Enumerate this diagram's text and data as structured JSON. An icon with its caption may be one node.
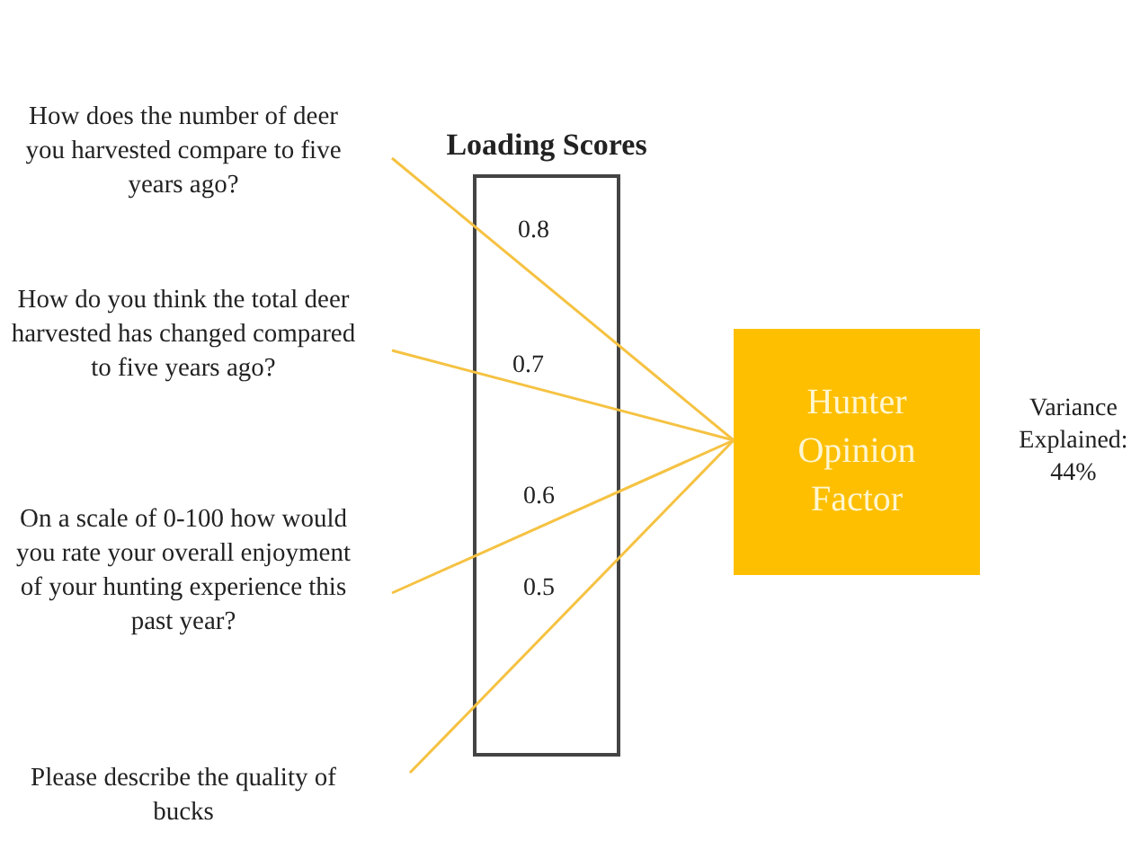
{
  "diagram": {
    "nodes": [
      {
        "text": [
          "How does the number of deer you harvested compare to five years ago?"
        ]
      },
      {
        "text": [
          "How do you think the total deer harvested has changed compared to five years ago?"
        ]
      },
      {
        "text": [
          "On a scale of 0-100 how would you rate your overall enjoyment of your hunting experience this past year?"
        ]
      },
      {
        "text": [
          "Please describe the quality of bucks"
        ]
      },
      {
        "text": [
          "Hunter Opinion Factor"
        ],
        "beside": [
          "Variance Explained: 44%"
        ]
      }
    ],
    "edges": [
      {
        "from": 0,
        "to": 4,
        "arrow": "none"
      },
      {
        "from": 1,
        "to": 4,
        "arrow": "none"
      },
      {
        "from": 2,
        "to": 4,
        "arrow": "none"
      },
      {
        "from": 3,
        "to": 4,
        "arrow": "none"
      }
    ],
    "labels": [
      "Loading Scores",
      "0.8",
      "0.7",
      "0.6",
      "0.5"
    ]
  }
}
